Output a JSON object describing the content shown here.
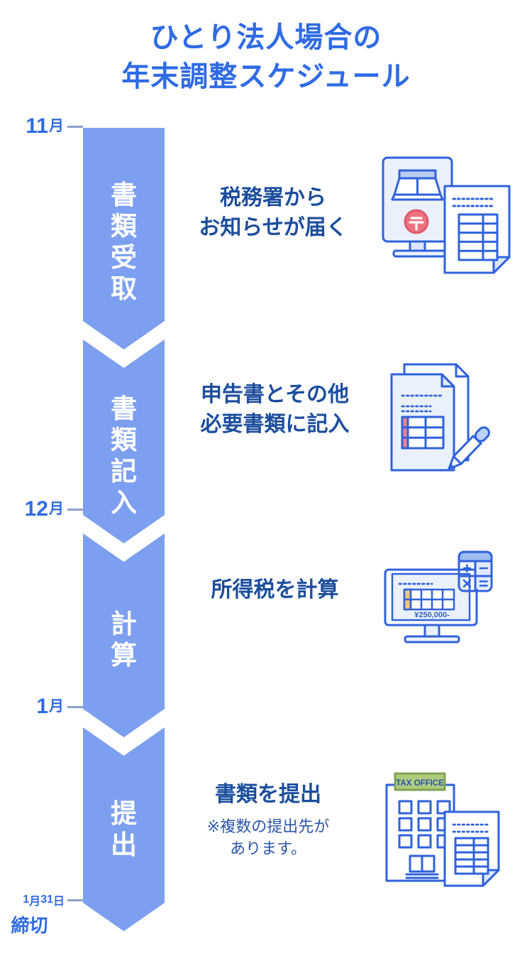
{
  "title": {
    "line1": "ひとり法人場合の",
    "line2": "年末調整スケジュール"
  },
  "colors": {
    "accent_blue": "#2F6BE4",
    "column_blue": "#7C9FF0",
    "step_text_blue": "#1C4E9E",
    "note_blue": "#2B55A8",
    "icon_stroke_blue": "#2F62DC",
    "icon_light_fill": "#EBF1FC",
    "postal_mark_red": "#F0717E",
    "highlight_orange": "#F2C67E",
    "highlight_pink": "#ED8391",
    "sign_green": "#AFCB7E",
    "tick_gray_blue": "#8CA0CB"
  },
  "milestones": [
    {
      "big1": "11",
      "small1": "月"
    },
    {
      "big1": "12",
      "small1": "月"
    },
    {
      "big1": "1",
      "small1": "月"
    },
    {
      "big1": "1",
      "small1": "月",
      "big2": "31",
      "small2": "日",
      "sub": "締切"
    }
  ],
  "steps": [
    {
      "stage": [
        "書",
        "類",
        "受",
        "取"
      ],
      "line1": "税務署から",
      "line2": "お知らせが届く",
      "icon": "monitor-postal-notice-icon"
    },
    {
      "stage": [
        "書",
        "類",
        "記",
        "入"
      ],
      "line1": "申告書とその他",
      "line2": "必要書類に記入",
      "icon": "documents-pencil-icon"
    },
    {
      "stage": [
        "計",
        "算"
      ],
      "line1": "所得税を計算",
      "icon": "monitor-calculator-icon",
      "amount": "¥250,000-"
    },
    {
      "stage": [
        "提",
        "出"
      ],
      "line1": "書類を提出",
      "note1": "※複数の提出先が",
      "note2": "あります。",
      "icon": "tax-office-building-icon",
      "sign": "TAX OFFICE"
    }
  ]
}
